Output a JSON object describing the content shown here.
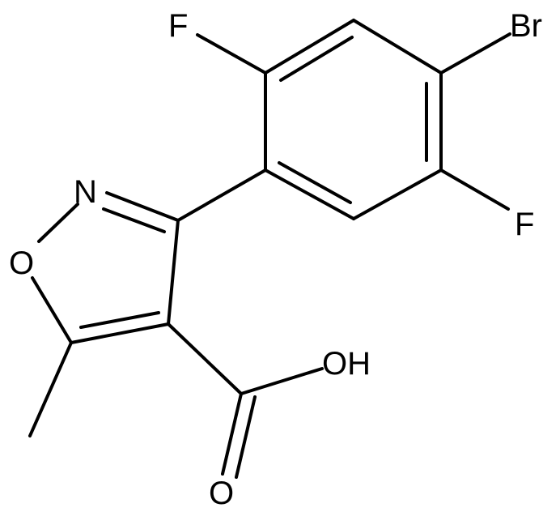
{
  "molecule": {
    "atoms": {
      "f_top": "F",
      "br": "Br",
      "f_right": "F",
      "n": "N",
      "o_ring": "O",
      "oh": "OH",
      "o_carbonyl": "O"
    }
  }
}
